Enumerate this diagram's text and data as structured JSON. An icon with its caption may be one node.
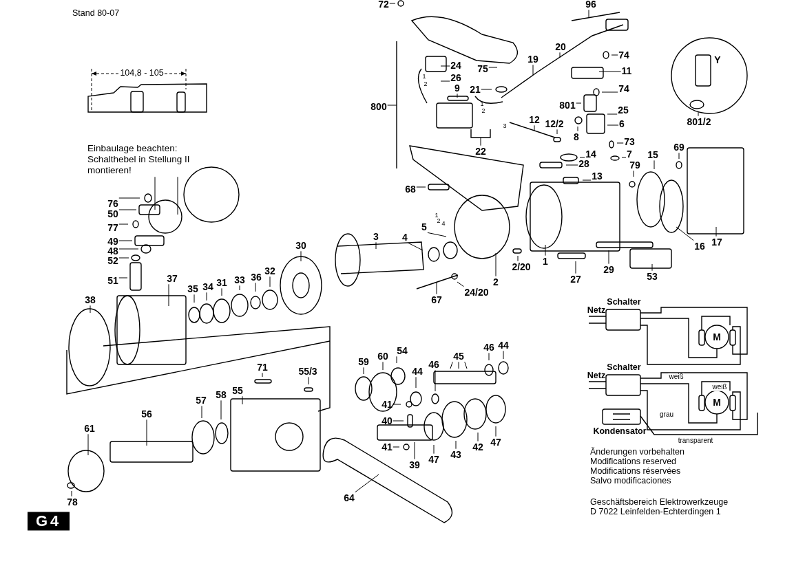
{
  "diagram": {
    "nodes": [
      {
        "text": [
          "Einbaulage beachten: Schalthebel in Stellung II montieren!"
        ]
      },
      {
        "text": [
          "72"
        ]
      },
      {
        "text": [
          "96"
        ]
      },
      {
        "text": [
          "24"
        ]
      },
      {
        "text": [
          "75"
        ]
      },
      {
        "text": [
          "20"
        ]
      },
      {
        "text": [
          "19"
        ]
      },
      {
        "text": [
          "74"
        ]
      },
      {
        "text": [
          "11"
        ]
      },
      {
        "text": [
          "26"
        ]
      },
      {
        "text": [
          "21"
        ]
      },
      {
        "text": [
          "9"
        ]
      },
      {
        "text": [
          "800"
        ]
      },
      {
        "text": [
          "74"
        ]
      },
      {
        "text": [
          "801"
        ]
      },
      {
        "text": [
          "25"
        ]
      },
      {
        "text": [
          "12"
        ]
      },
      {
        "text": [
          "12/2"
        ]
      },
      {
        "text": [
          "6"
        ]
      },
      {
        "text": [
          "801/2"
        ]
      },
      {
        "text": [
          "8"
        ]
      },
      {
        "text": [
          "22"
        ]
      },
      {
        "text": [
          "73"
        ]
      },
      {
        "text": [
          "69"
        ]
      },
      {
        "text": [
          "14"
        ]
      },
      {
        "text": [
          "7"
        ]
      },
      {
        "text": [
          "15"
        ]
      },
      {
        "text": [
          "28"
        ]
      },
      {
        "text": [
          "13"
        ]
      },
      {
        "text": [
          "79"
        ]
      },
      {
        "text": [
          "68"
        ]
      },
      {
        "text": [
          "76"
        ]
      },
      {
        "text": [
          "50"
        ]
      },
      {
        "text": [
          "77"
        ]
      },
      {
        "text": [
          "5"
        ]
      },
      {
        "text": [
          "4"
        ]
      },
      {
        "text": [
          "16"
        ]
      },
      {
        "text": [
          "17"
        ]
      },
      {
        "text": [
          "49"
        ]
      },
      {
        "text": [
          "3"
        ]
      },
      {
        "text": [
          "30"
        ]
      },
      {
        "text": [
          "48"
        ]
      },
      {
        "text": [
          "52"
        ]
      },
      {
        "text": [
          "1"
        ]
      },
      {
        "text": [
          "2/20"
        ]
      },
      {
        "text": [
          "29"
        ]
      },
      {
        "text": [
          "32"
        ]
      },
      {
        "text": [
          "53"
        ]
      },
      {
        "text": [
          "27"
        ]
      },
      {
        "text": [
          "36"
        ]
      },
      {
        "text": [
          "37"
        ]
      },
      {
        "text": [
          "33"
        ]
      },
      {
        "text": [
          "51"
        ]
      },
      {
        "text": [
          "2"
        ]
      },
      {
        "text": [
          "31"
        ]
      },
      {
        "text": [
          "34"
        ]
      },
      {
        "text": [
          "35"
        ]
      },
      {
        "text": [
          "24/20"
        ]
      },
      {
        "text": [
          "38"
        ]
      },
      {
        "text": [
          "67"
        ]
      },
      {
        "text": [
          "44"
        ]
      },
      {
        "text": [
          "46"
        ]
      },
      {
        "text": [
          "60"
        ]
      },
      {
        "text": [
          "45"
        ]
      },
      {
        "text": [
          "54"
        ]
      },
      {
        "text": [
          "59"
        ]
      },
      {
        "text": [
          "44"
        ]
      },
      {
        "text": [
          "46"
        ]
      },
      {
        "text": [
          "71"
        ]
      },
      {
        "text": [
          "55/3"
        ]
      },
      {
        "text": [
          "55"
        ]
      },
      {
        "text": [
          "57"
        ]
      },
      {
        "text": [
          "58"
        ]
      },
      {
        "text": [
          "41"
        ]
      },
      {
        "text": [
          "56"
        ]
      },
      {
        "text": [
          "40"
        ]
      },
      {
        "text": [
          "61"
        ]
      },
      {
        "text": [
          "42"
        ]
      },
      {
        "text": [
          "47"
        ]
      },
      {
        "text": [
          "41"
        ]
      },
      {
        "text": [
          "43"
        ]
      },
      {
        "text": [
          "47"
        ]
      },
      {
        "text": [
          "39"
        ]
      },
      {
        "text": [
          "64"
        ]
      },
      {
        "text": [
          "78"
        ]
      }
    ],
    "edges": [
      {
        "from": 0,
        "to": null,
        "arrow": "none"
      },
      {
        "from": 0,
        "to": null,
        "arrow": "none"
      },
      {
        "from": 1,
        "to": null,
        "arrow": "none"
      },
      {
        "from": 2,
        "to": null,
        "arrow": "none"
      },
      {
        "from": 3,
        "to": null,
        "arrow": "none"
      },
      {
        "from": 4,
        "to": null,
        "arrow": "none"
      },
      {
        "from": 5,
        "to": null,
        "arrow": "none"
      },
      {
        "from": 6,
        "to": null,
        "arrow": "none"
      },
      {
        "from": 7,
        "to": null,
        "arrow": "none"
      },
      {
        "from": 8,
        "to": null,
        "arrow": "none"
      },
      {
        "from": 9,
        "to": null,
        "arrow": "none"
      },
      {
        "from": 10,
        "to": null,
        "arrow": "none"
      },
      {
        "from": 11,
        "to": null,
        "arrow": "none"
      },
      {
        "from": 12,
        "to": null,
        "arrow": "none"
      },
      {
        "from": 13,
        "to": null,
        "arrow": "none"
      },
      {
        "from": 14,
        "to": null,
        "arrow": "none"
      },
      {
        "from": 15,
        "to": null,
        "arrow": "none"
      },
      {
        "from": 16,
        "to": null,
        "arrow": "none"
      },
      {
        "from": 17,
        "to": null,
        "arrow": "none"
      },
      {
        "from": 18,
        "to": null,
        "arrow": "none"
      },
      {
        "from": 19,
        "to": null,
        "arrow": "none"
      },
      {
        "from": 20,
        "to": null,
        "arrow": "none"
      },
      {
        "from": 21,
        "to": null,
        "arrow": "none"
      },
      {
        "from": 22,
        "to": null,
        "arrow": "none"
      },
      {
        "from": 23,
        "to": null,
        "arrow": "none"
      },
      {
        "from": 24,
        "to": null,
        "arrow": "none"
      },
      {
        "from": 25,
        "to": null,
        "arrow": "none"
      },
      {
        "from": 26,
        "to": null,
        "arrow": "none"
      },
      {
        "from": 27,
        "to": null,
        "arrow": "none"
      },
      {
        "from": 28,
        "to": null,
        "arrow": "none"
      },
      {
        "from": 29,
        "to": null,
        "arrow": "none"
      },
      {
        "from": 30,
        "to": null,
        "arrow": "none"
      },
      {
        "from": 31,
        "to": null,
        "arrow": "none"
      },
      {
        "from": 32,
        "to": null,
        "arrow": "none"
      },
      {
        "from": 33,
        "to": null,
        "arrow": "none"
      },
      {
        "from": 34,
        "to": null,
        "arrow": "none"
      },
      {
        "from": 35,
        "to": null,
        "arrow": "none"
      },
      {
        "from": 36,
        "to": null,
        "arrow": "none"
      },
      {
        "from": 37,
        "to": null,
        "arrow": "none"
      },
      {
        "from": 38,
        "to": null,
        "arrow": "none"
      },
      {
        "from": 39,
        "to": null,
        "arrow": "none"
      },
      {
        "from": 40,
        "to": null,
        "arrow": "none"
      },
      {
        "from": 41,
        "to": null,
        "arrow": "none"
      },
      {
        "from": 42,
        "to": null,
        "arrow": "none"
      },
      {
        "from": 43,
        "to": null,
        "arrow": "none"
      },
      {
        "from": 44,
        "to": null,
        "arrow": "none"
      },
      {
        "from": 45,
        "to": null,
        "arrow": "none"
      },
      {
        "from": 46,
        "to": null,
        "arrow": "none"
      },
      {
        "from": 47,
        "to": null,
        "arrow": "none"
      },
      {
        "from": 48,
        "to": null,
        "arrow": "none"
      },
      {
        "from": 49,
        "to": null,
        "arrow": "none"
      },
      {
        "from": 50,
        "to": null,
        "arrow": "none"
      },
      {
        "from": 51,
        "to": null,
        "arrow": "none"
      },
      {
        "from": 52,
        "to": null,
        "arrow": "none"
      },
      {
        "from": 53,
        "to": null,
        "arrow": "none"
      },
      {
        "from": 54,
        "to": null,
        "arrow": "none"
      },
      {
        "from": 55,
        "to": null,
        "arrow": "none"
      },
      {
        "from": 56,
        "to": null,
        "arrow": "none"
      },
      {
        "from": 57,
        "to": null,
        "arrow": "none"
      },
      {
        "from": 58,
        "to": null,
        "arrow": "none"
      },
      {
        "from": 59,
        "to": null,
        "arrow": "none"
      },
      {
        "from": 60,
        "to": null,
        "arrow": "none"
      },
      {
        "from": 61,
        "to": null,
        "arrow": "none"
      },
      {
        "from": 62,
        "to": null,
        "arrow": "none"
      },
      {
        "from": 63,
        "to": null,
        "arrow": "none"
      },
      {
        "from": 63,
        "to": null,
        "arrow": "none"
      },
      {
        "from": 63,
        "to": null,
        "arrow": "none"
      },
      {
        "from": 64,
        "to": null,
        "arrow": "none"
      },
      {
        "from": 65,
        "to": null,
        "arrow": "none"
      },
      {
        "from": 66,
        "to": null,
        "arrow": "none"
      },
      {
        "from": 67,
        "to": null,
        "arrow": "none"
      },
      {
        "from": 68,
        "to": null,
        "arrow": "none"
      },
      {
        "from": 69,
        "to": null,
        "arrow": "none"
      },
      {
        "from": 70,
        "to": null,
        "arrow": "none"
      },
      {
        "from": 71,
        "to": null,
        "arrow": "none"
      },
      {
        "from": 72,
        "to": null,
        "arrow": "none"
      },
      {
        "from": 73,
        "to": null,
        "arrow": "none"
      },
      {
        "from": 74,
        "to": null,
        "arrow": "none"
      },
      {
        "from": 75,
        "to": null,
        "arrow": "none"
      },
      {
        "from": 76,
        "to": null,
        "arrow": "none"
      },
      {
        "from": 77,
        "to": null,
        "arrow": "none"
      },
      {
        "from": 78,
        "to": null,
        "arrow": "none"
      },
      {
        "from": 79,
        "to": null,
        "arrow": "none"
      },
      {
        "from": 80,
        "to": null,
        "arrow": "none"
      },
      {
        "from": 81,
        "to": null,
        "arrow": "none"
      },
      {
        "from": 82,
        "to": null,
        "arrow": "none"
      },
      {
        "from": 83,
        "to": null,
        "arrow": "none"
      },
      {
        "from": 84,
        "to": null,
        "arrow": "none"
      }
    ],
    "labels": [
      "Stand 80-07",
      "104,8 - 105",
      "1",
      "2",
      "1",
      "2",
      "3",
      "Y",
      "1",
      "2",
      "4",
      "Schalter",
      "Netz",
      "M",
      "Schalter",
      "Netz",
      "weiß",
      "weiß",
      "M",
      "grau",
      "Kondensator",
      "transparent",
      "Änderungen vorbehalten",
      "Modifications reserved",
      "Modifications réservées",
      "Salvo modificaciones",
      "Geschäftsbereich Elektrowerkzeuge",
      "D 7022 Leinfelden-Echterdingen 1",
      "G4"
    ]
  }
}
